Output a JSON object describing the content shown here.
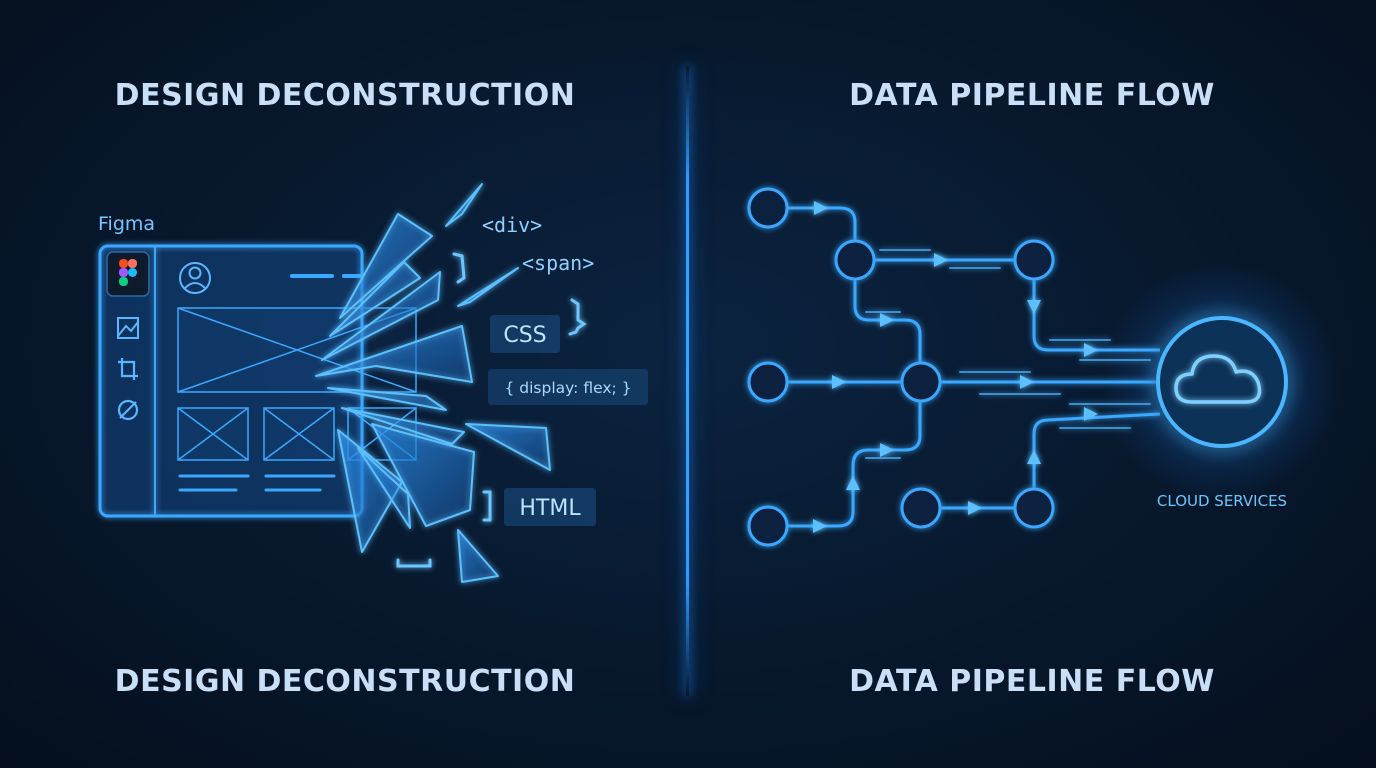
{
  "headings": {
    "left_top": "DESIGN DECONSTRUCTION",
    "right_top": "DATA PIPELINE FLOW",
    "left_bottom": "DESIGN DECONSTRUCTION",
    "right_bottom": "DATA PIPELINE FLOW"
  },
  "design_panel": {
    "app_label": "Figma",
    "icons": [
      "figma-logo-icon",
      "image-icon",
      "crop-icon",
      "eye-off-icon",
      "avatar-icon"
    ],
    "code_tags": {
      "div": "<div>",
      "span": "<span>",
      "css": "CSS",
      "style": "{ display: flex; }",
      "html": "HTML"
    }
  },
  "pipeline": {
    "destination_label": "CLOUD SERVICES",
    "icons": [
      "cloud-icon"
    ]
  },
  "colors": {
    "accent": "#3aa8ff",
    "glow": "#1e86ff",
    "background": "#081a30",
    "heading": "#c9def7"
  }
}
